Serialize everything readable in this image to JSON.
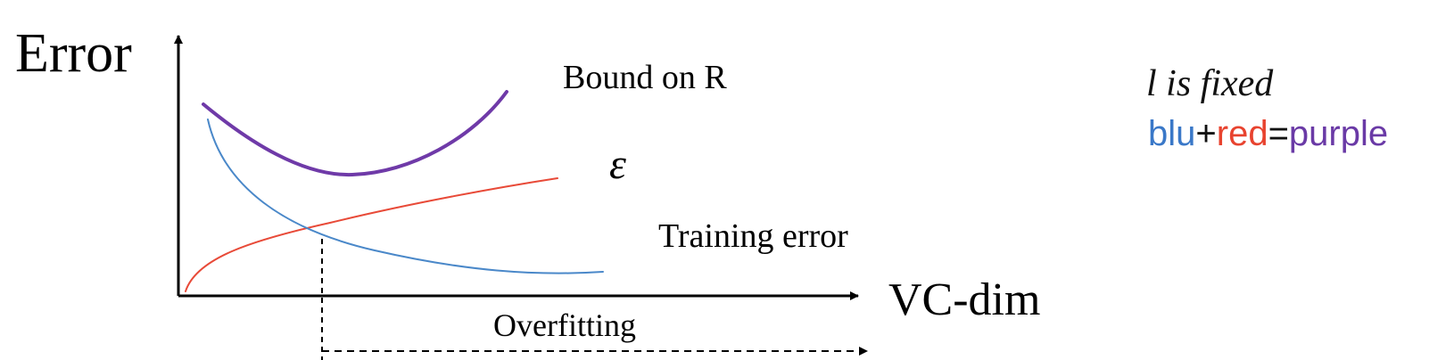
{
  "diagram": {
    "y_axis_label": "Error",
    "x_axis_label": "VC-dim",
    "curve_labels": {
      "bound": "Bound on R",
      "epsilon": "ε",
      "training": "Training error"
    },
    "overfitting_label": "Overfitting",
    "colors": {
      "bound": "#6f3aa8",
      "epsilon": "#e84a38",
      "training": "#4a88c9",
      "axis": "#000000"
    }
  },
  "legend": {
    "title": "l is fixed",
    "parts": [
      {
        "text": "blu",
        "color": "#3a78c8"
      },
      {
        "text": "+",
        "color": "#111111"
      },
      {
        "text": "red",
        "color": "#e8432f"
      },
      {
        "text": "=",
        "color": "#111111"
      },
      {
        "text": "purple",
        "color": "#6a3aa6"
      }
    ]
  }
}
